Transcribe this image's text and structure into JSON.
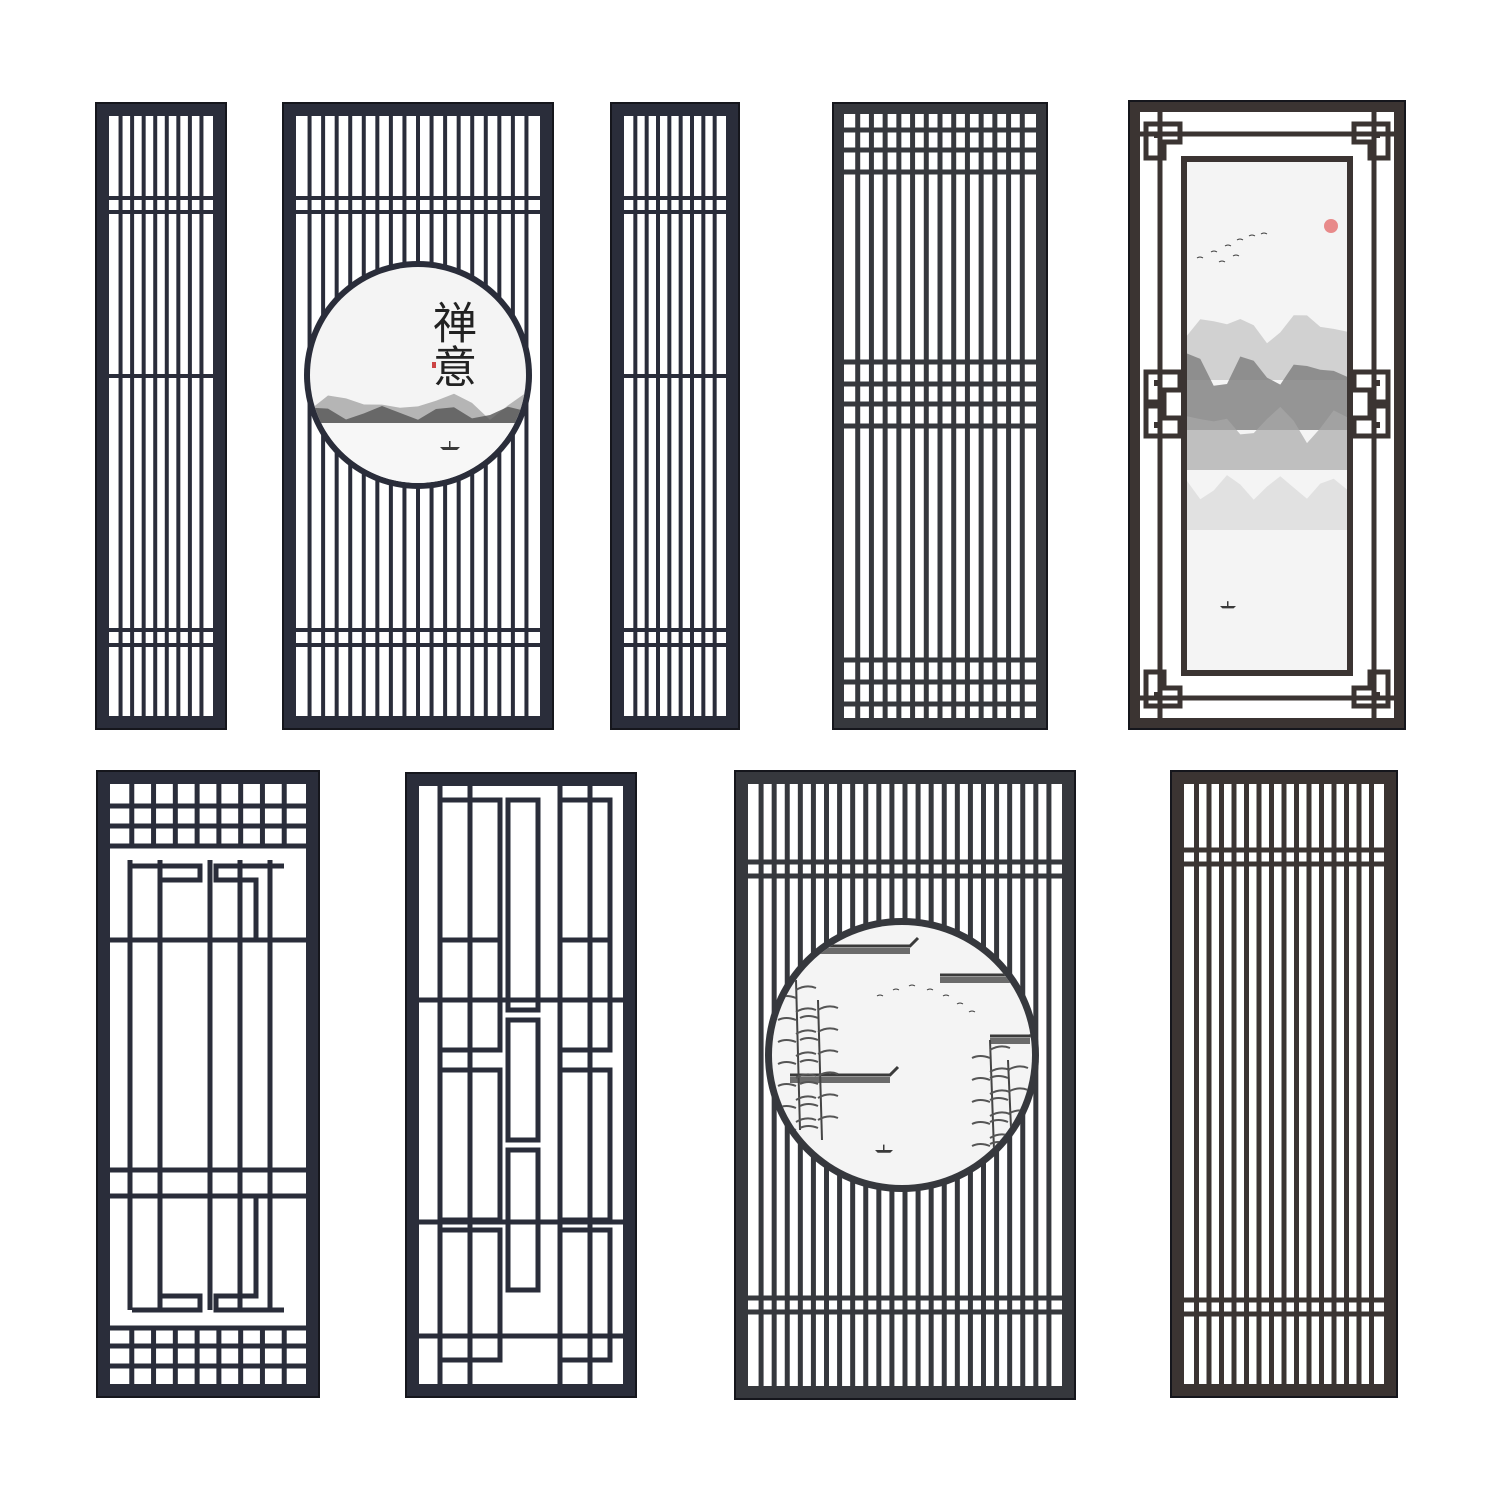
{
  "scene": {
    "background": "#ffffff",
    "subject": "chinese-lattice-screen-panels",
    "panel_count": 9
  },
  "colors": {
    "frame_navy": "#2a2d3a",
    "frame_charcoal": "#36383d",
    "frame_brown": "#3b3432",
    "frame_edge": "#15161c",
    "painting_bg": "#f4f4f4",
    "ink": "#3a3a3a",
    "sun_red": "#e88a8a"
  },
  "panels": [
    {
      "id": "row1-panel1",
      "style": "vertical-slats",
      "color": "frame_navy"
    },
    {
      "id": "row1-panel2",
      "style": "vertical-slats-round-painting",
      "color": "frame_navy",
      "painting": "ink-landscape-with-boat",
      "calligraphy": "禅意"
    },
    {
      "id": "row1-panel3",
      "style": "vertical-slats",
      "color": "frame_navy"
    },
    {
      "id": "row1-panel4",
      "style": "grid-and-slats",
      "color": "frame_charcoal"
    },
    {
      "id": "row1-panel5",
      "style": "fret-border-painting",
      "color": "frame_brown",
      "painting": "misty-mountains-with-birds-and-sun"
    },
    {
      "id": "row2-panel1",
      "style": "fret-lattice",
      "color": "frame_navy"
    },
    {
      "id": "row2-panel2",
      "style": "interlocking-rectangles",
      "color": "frame_navy"
    },
    {
      "id": "row2-panel3",
      "style": "vertical-slats-round-painting",
      "color": "frame_charcoal",
      "painting": "bamboo-and-rooftops"
    },
    {
      "id": "row2-panel4",
      "style": "vertical-slats",
      "color": "frame_brown"
    }
  ],
  "calligraphy_text": "禅意"
}
